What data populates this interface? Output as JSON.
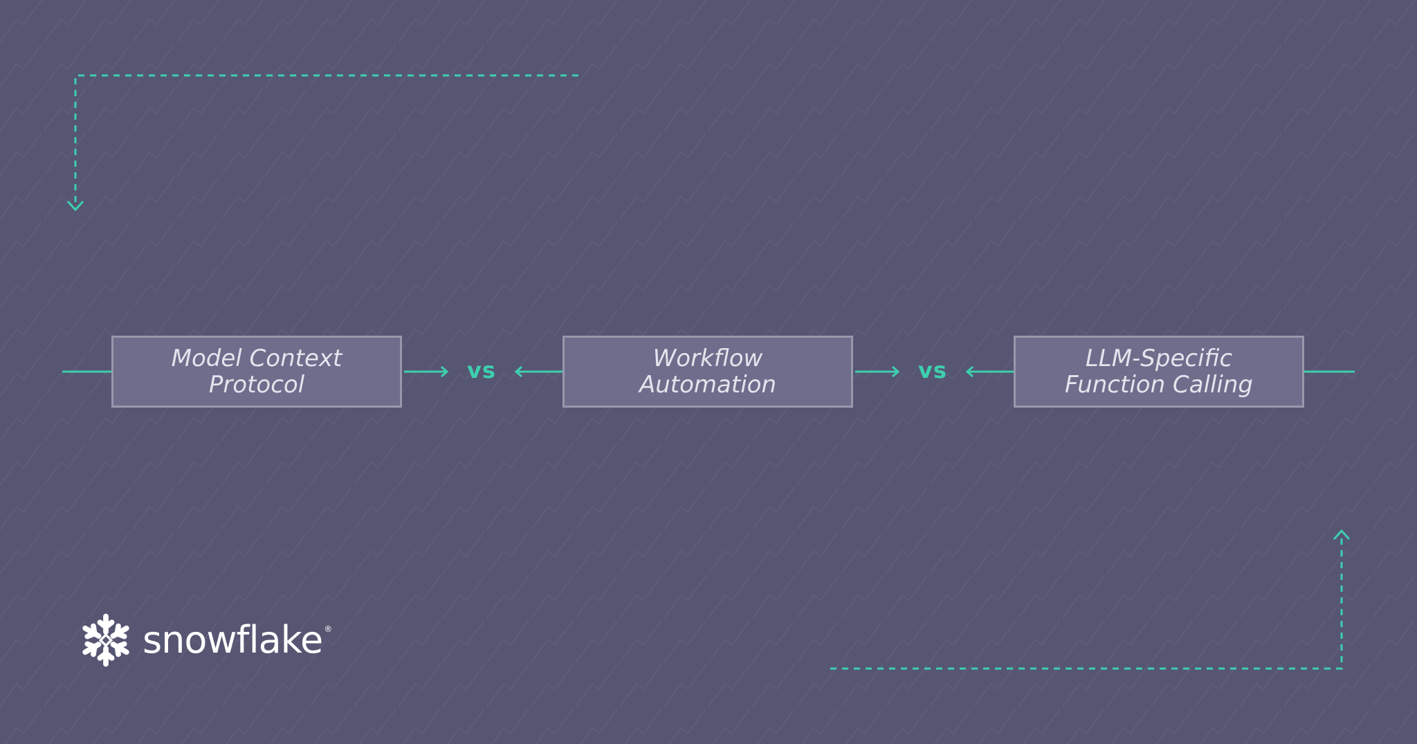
{
  "nodes": [
    {
      "line1": "Model Context",
      "line2": "Protocol"
    },
    {
      "line1": "Workflow",
      "line2": "Automation"
    },
    {
      "line1": "LLM-Specific",
      "line2": "Function Calling"
    }
  ],
  "separators": [
    "vs",
    "vs"
  ],
  "brand": {
    "name": "snowflake",
    "registered_mark": "®",
    "icon": "snowflake-icon"
  },
  "colors": {
    "background": "#565673",
    "accent": "#3ecfae",
    "node_fill": "#6e6d8b",
    "node_border": "#9898ad"
  }
}
